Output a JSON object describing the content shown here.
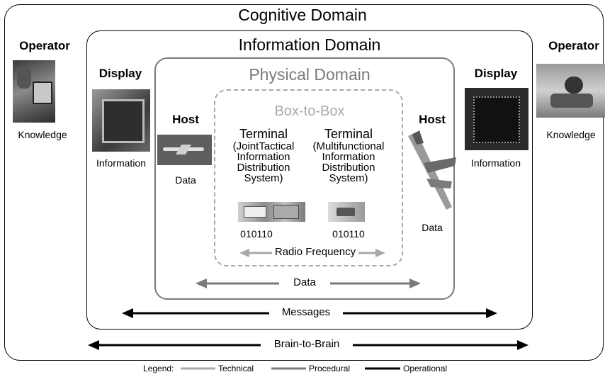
{
  "domains": {
    "cognitive": "Cognitive Domain",
    "information": "Information Domain",
    "physical": "Physical Domain",
    "box_to_box": "Box-to-Box"
  },
  "left": {
    "operator_title": "Operator",
    "operator_caption": "Knowledge",
    "display_title": "Display",
    "display_caption": "Information",
    "host_title": "Host",
    "host_caption": "Data"
  },
  "right": {
    "operator_title": "Operator",
    "operator_caption": "Knowledge",
    "display_title": "Display",
    "display_caption": "Information",
    "host_title": "Host",
    "host_caption": "Data"
  },
  "terminals": [
    {
      "title": "Terminal",
      "desc": [
        "(JointTactical",
        "Information",
        "Distribution",
        "System)"
      ],
      "bits": "010110"
    },
    {
      "title": "Terminal",
      "desc": [
        "(Multifunctional",
        "Information",
        "Distribution",
        "System)"
      ],
      "bits": "010110"
    }
  ],
  "arrows": {
    "radio": "Radio Frequency",
    "data": "Data",
    "messages": "Messages",
    "brain": "Brain-to-Brain"
  },
  "legend": {
    "label": "Legend:",
    "items": [
      {
        "name": "Technical",
        "color": "#a8a8a8"
      },
      {
        "name": "Procedural",
        "color": "#7a7a7a"
      },
      {
        "name": "Operational",
        "color": "#000000"
      }
    ]
  }
}
